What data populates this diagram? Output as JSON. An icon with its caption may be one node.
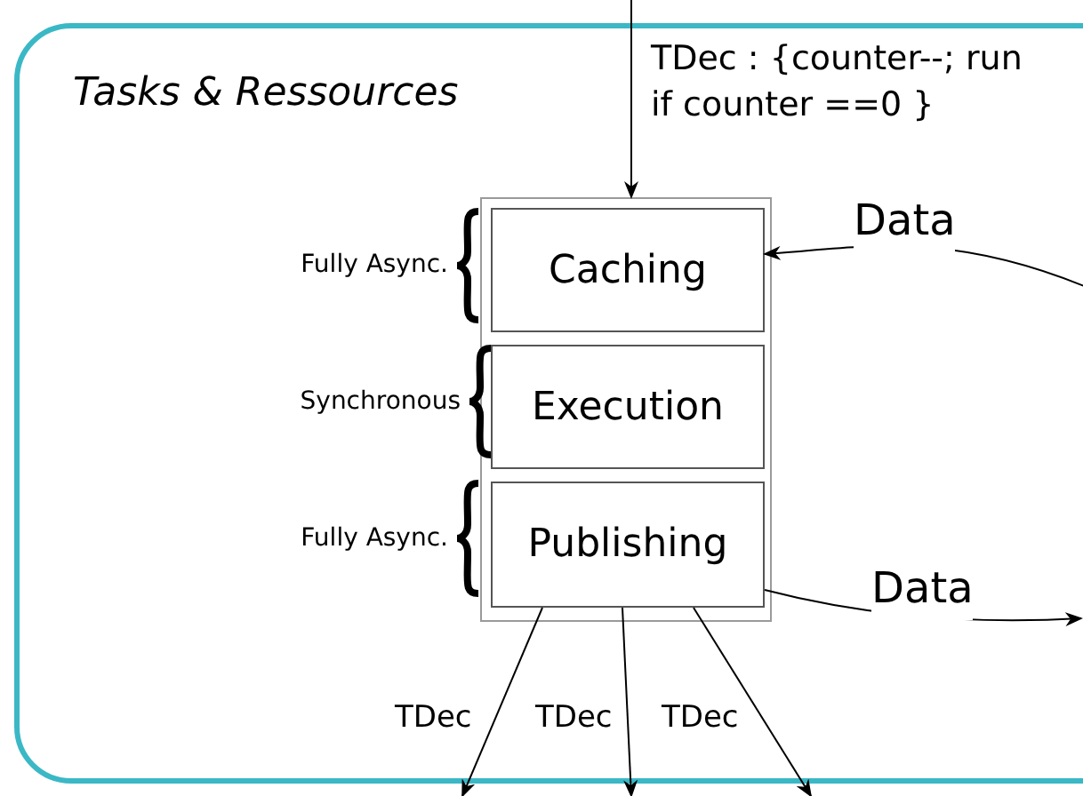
{
  "diagram": {
    "nodes": [
      {
        "text": [
          "Tasks & Ressources"
        ]
      },
      {
        "text": [],
        "shape": "box",
        "in": 0
      },
      {
        "text": [
          "Caching"
        ],
        "in": 1
      },
      {
        "text": [
          "Execution"
        ],
        "in": 1
      },
      {
        "text": [
          "Publishing"
        ],
        "in": 1
      }
    ],
    "edges": [
      {
        "from": null,
        "to": 1,
        "arrow": "to",
        "label": "TDec : {counter--; run if counter ==0 }"
      },
      {
        "from": null,
        "to": 2,
        "arrow": "to",
        "label": "Data"
      },
      {
        "from": 4,
        "to": null,
        "arrow": "to",
        "label": "Data"
      },
      {
        "from": 4,
        "to": null,
        "arrow": "to",
        "label": "TDec"
      },
      {
        "from": 4,
        "to": null,
        "arrow": "to",
        "label": "TDec"
      },
      {
        "from": 4,
        "to": null,
        "arrow": "to",
        "label": "TDec"
      }
    ],
    "labels": [
      "Fully Async.",
      "Synchronous",
      "Fully Async."
    ]
  }
}
